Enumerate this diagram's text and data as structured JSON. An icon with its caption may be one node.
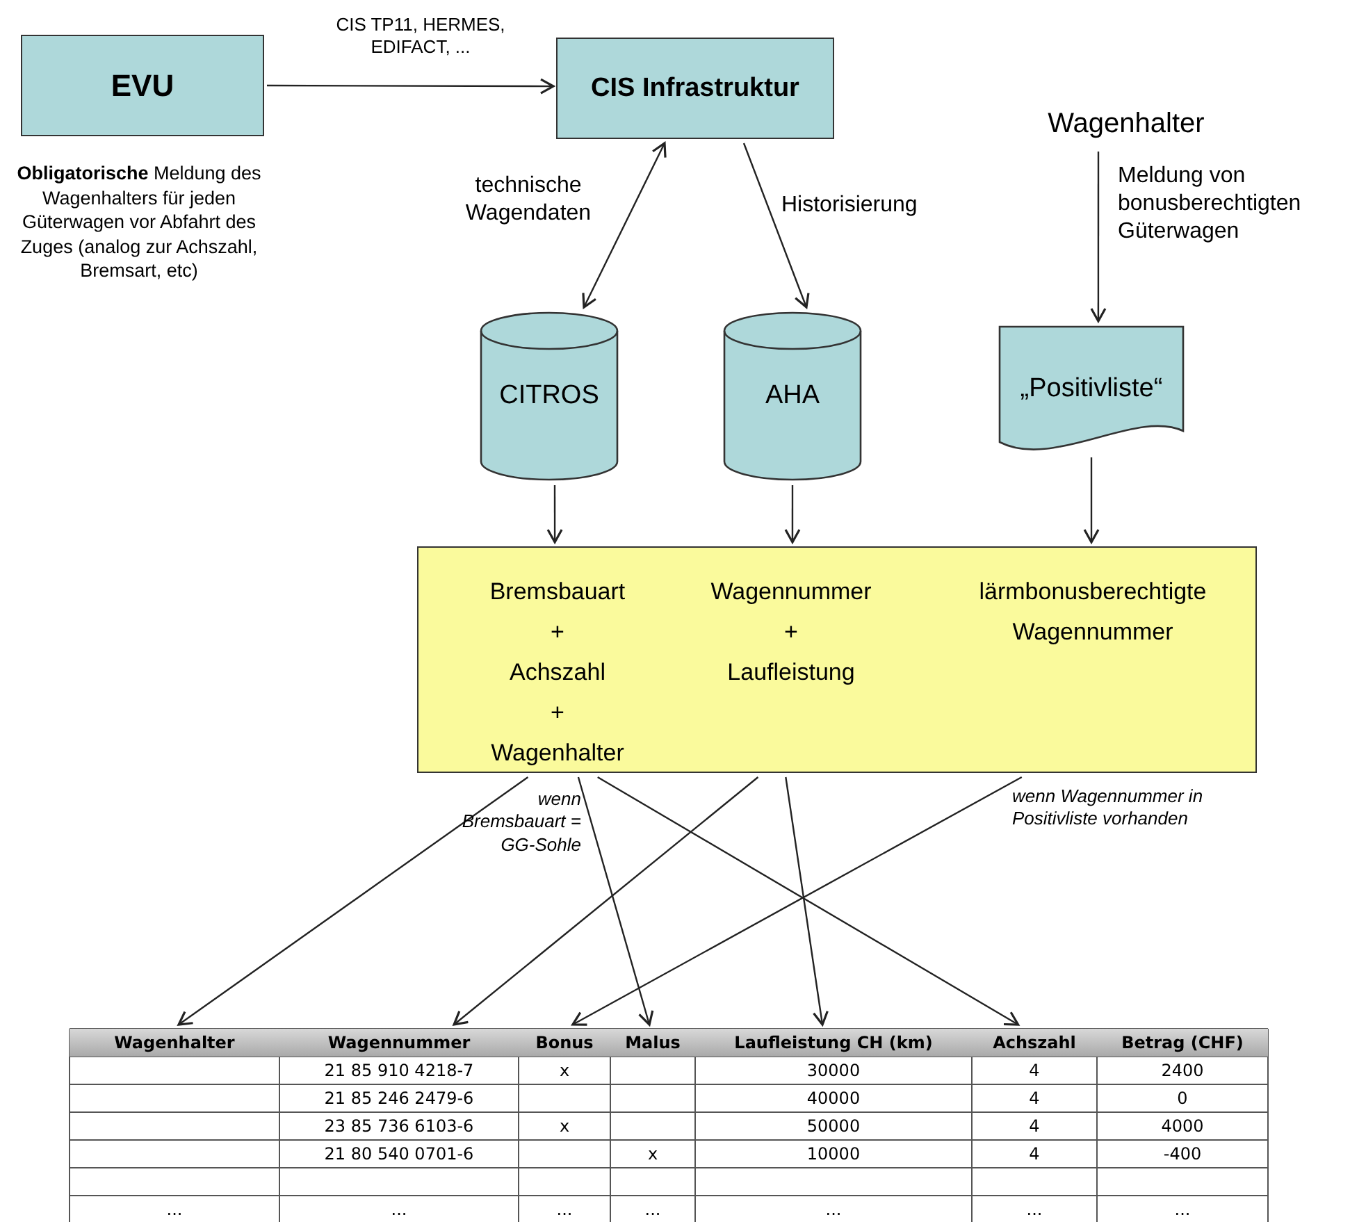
{
  "diagram": {
    "nodes": [
      {
        "text": [
          "EVU"
        ],
        "beside": [
          "**Obligatorische** Meldung des Wagenhalters für jeden Güterwagen vor Abfahrt des Zuges (analog zur Achszahl, Bremsart, etc)"
        ]
      },
      {
        "text": [
          "CIS Infrastruktur"
        ]
      },
      {
        "text": [
          "Wagenhalter"
        ]
      },
      {
        "text": [
          "CITROS"
        ]
      },
      {
        "text": [
          "AHA"
        ]
      },
      {
        "text": [
          "„Positivliste“"
        ]
      },
      {
        "text": [
          "Bremsbauart + Achszahl + Wagenhalter",
          "Wagennummer + Laufleistung",
          "lärmbonusberechtigte Wagennummer"
        ]
      },
      {
        "text": [
          "Wagenhalter"
        ]
      },
      {
        "text": [
          "Wagennummer"
        ]
      },
      {
        "text": [
          "Bonus"
        ]
      },
      {
        "text": [
          "Malus"
        ]
      },
      {
        "text": [
          "Laufleistung CH (km)"
        ]
      },
      {
        "text": [
          "Achszahl"
        ]
      },
      {
        "text": [
          "Betrag (CHF)"
        ]
      }
    ],
    "edges": [
      {
        "from": 0,
        "to": 1,
        "arrow": "to",
        "label": "CIS TP11, HERMES, EDIFACT, ..."
      },
      {
        "from": 1,
        "to": 3,
        "arrow": "both",
        "label": "technische Wagendaten"
      },
      {
        "from": 1,
        "to": 4,
        "arrow": "to",
        "label": "Historisierung"
      },
      {
        "from": 2,
        "to": 5,
        "arrow": "to",
        "label": "Meldung von bonusberechtigten Güterwagen"
      },
      {
        "from": 3,
        "to": 6,
        "arrow": "to"
      },
      {
        "from": 4,
        "to": 6,
        "arrow": "to"
      },
      {
        "from": 5,
        "to": 6,
        "arrow": "to"
      },
      {
        "from": 6,
        "to": 7,
        "arrow": "to"
      },
      {
        "from": 6,
        "to": 10,
        "arrow": "to",
        "label": "wenn Bremsbauart = GG-Sohle"
      },
      {
        "from": 6,
        "to": 12,
        "arrow": "to"
      },
      {
        "from": 6,
        "to": 8,
        "arrow": "to"
      },
      {
        "from": 6,
        "to": 11,
        "arrow": "to"
      },
      {
        "from": 6,
        "to": 9,
        "arrow": "to",
        "label": "wenn Wagennummer in Positivliste vorhanden"
      }
    ],
    "labels": [
      "21 85 910 4218-7",
      "x",
      "30000",
      "4",
      "2400",
      "21 85 246 2479-6",
      "40000",
      "4",
      "0",
      "23 85 736 6103-6",
      "x",
      "50000",
      "4",
      "4000",
      "21 80 540 0701-6",
      "x",
      "10000",
      "4",
      "-400",
      "...",
      "...",
      "...",
      "...",
      "...",
      "...",
      "..."
    ]
  }
}
